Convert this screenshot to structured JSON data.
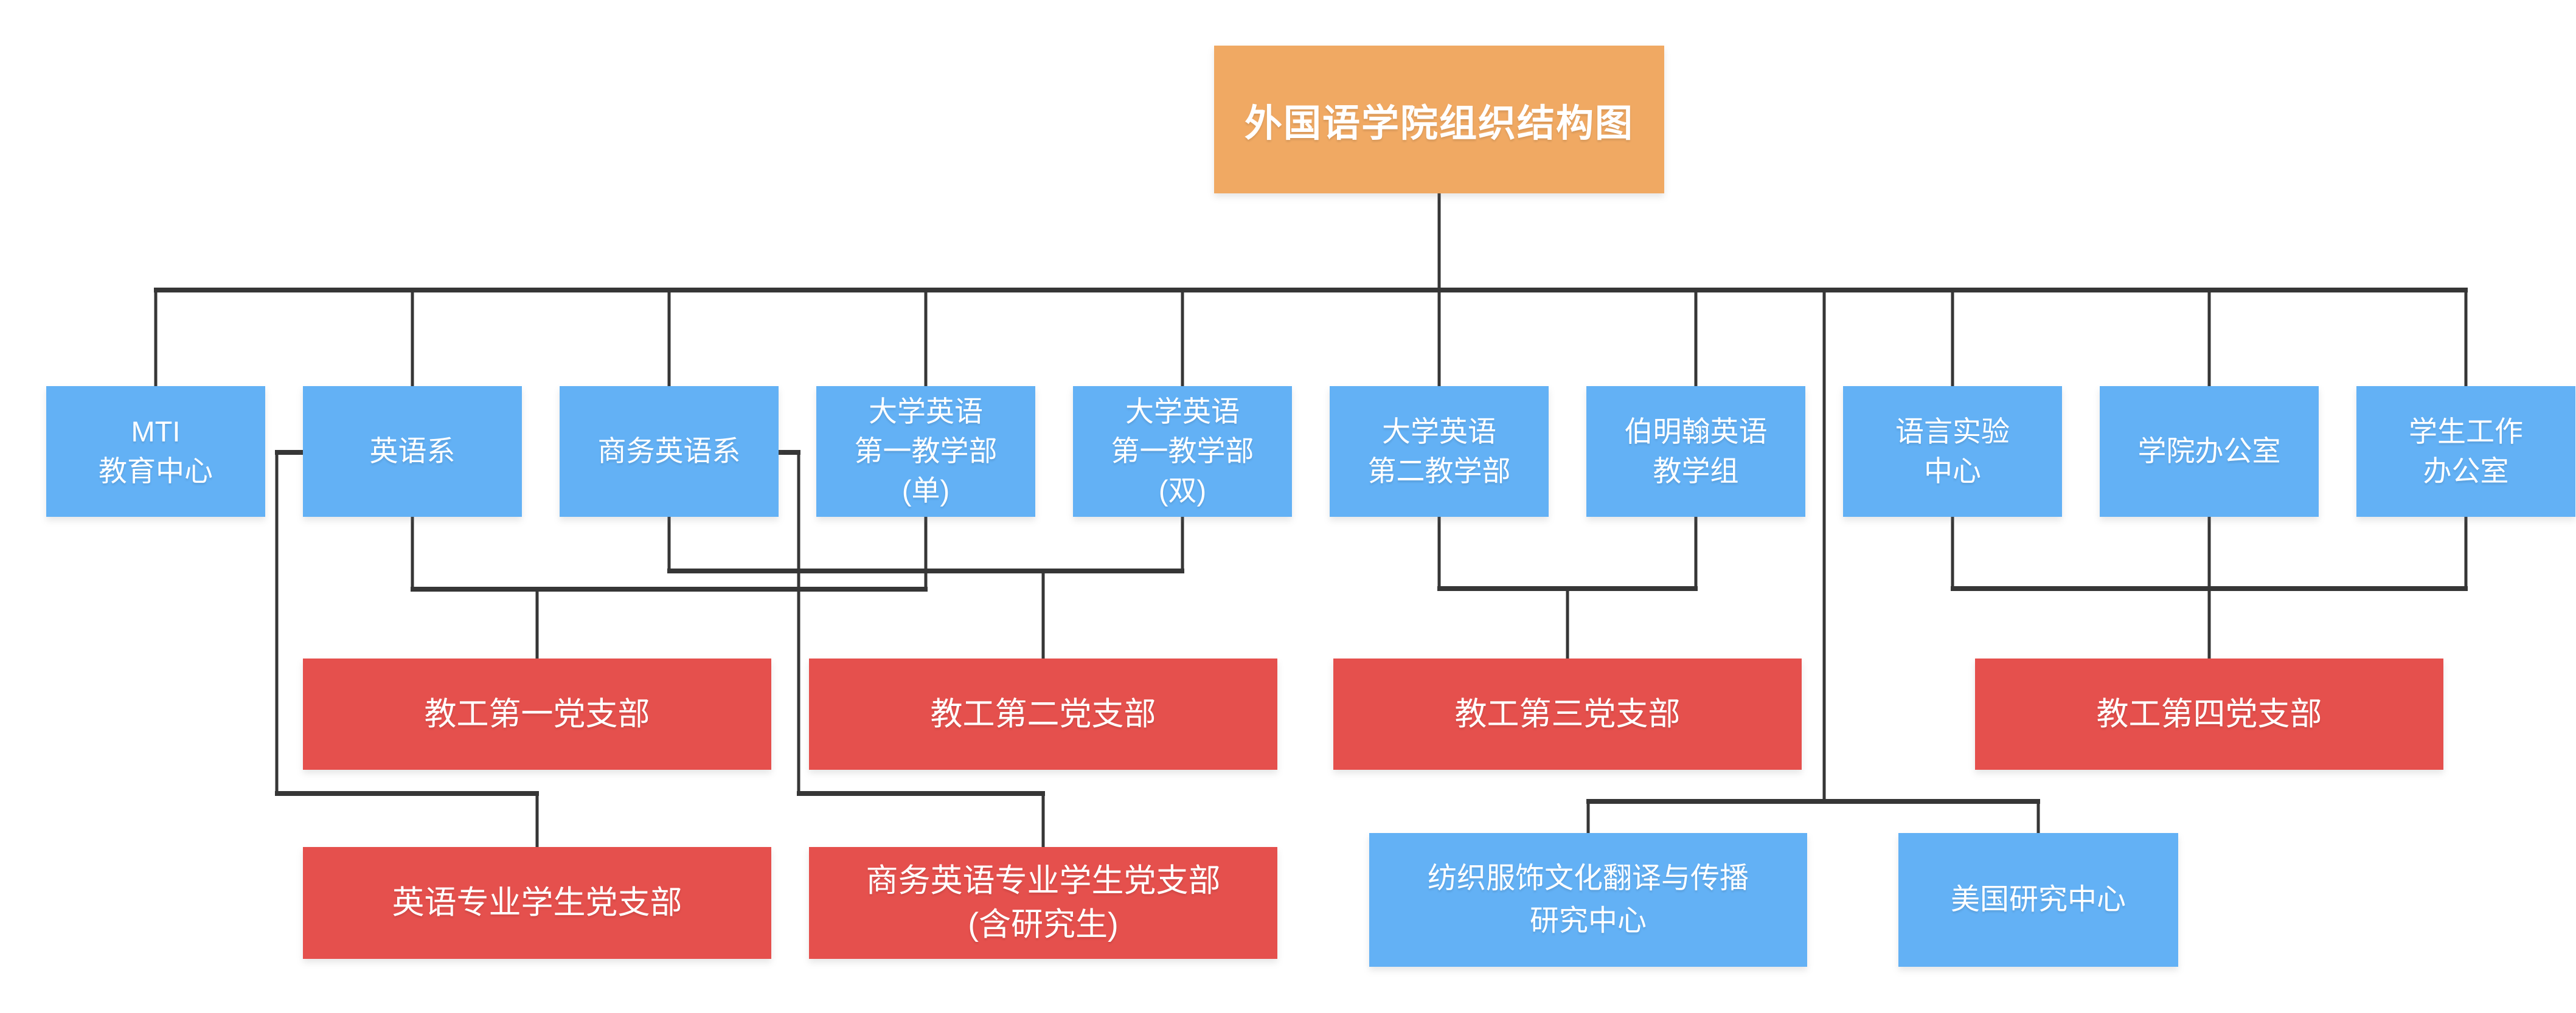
{
  "diagram_title": "外国语学院组织结构图",
  "colors": {
    "root_box": "#F0A963",
    "department_box": "#63B1F5",
    "party_box": "#E5504D",
    "connector_line": "#363636",
    "text": "#FFFFFF",
    "background": "#FFFFFF"
  },
  "nodes": {
    "root": {
      "label": "外国语学院组织结构图",
      "type": "root"
    },
    "mti_center": {
      "label": "MTI\n教育中心",
      "type": "department"
    },
    "english_dept": {
      "label": "英语系",
      "type": "department"
    },
    "business_english_dept": {
      "label": "商务英语系",
      "type": "department"
    },
    "college_english_first_odd": {
      "label": "大学英语\n第一教学部\n(单)",
      "type": "department"
    },
    "college_english_first_even": {
      "label": "大学英语\n第一教学部\n(双)",
      "type": "department"
    },
    "college_english_second": {
      "label": "大学英语\n第二教学部",
      "type": "department"
    },
    "birmingham_english_group": {
      "label": "伯明翰英语\n教学组",
      "type": "department"
    },
    "language_lab_center": {
      "label": "语言实验\n中心",
      "type": "department"
    },
    "college_office": {
      "label": "学院办公室",
      "type": "department"
    },
    "student_affairs_office": {
      "label": "学生工作\n办公室",
      "type": "department"
    },
    "faculty_party_branch_1": {
      "label": "教工第一党支部",
      "type": "party"
    },
    "faculty_party_branch_2": {
      "label": "教工第二党支部",
      "type": "party"
    },
    "faculty_party_branch_3": {
      "label": "教工第三党支部",
      "type": "party"
    },
    "faculty_party_branch_4": {
      "label": "教工第四党支部",
      "type": "party"
    },
    "english_student_party_branch": {
      "label": "英语专业学生党支部",
      "type": "party"
    },
    "business_english_student_party_branch": {
      "label": "商务英语专业学生党支部\n(含研究生)",
      "type": "party"
    },
    "textile_culture_translation_center": {
      "label": "纺织服饰文化翻译与传播\n研究中心",
      "type": "center"
    },
    "american_studies_center": {
      "label": "美国研究中心",
      "type": "center"
    }
  },
  "edges": [
    {
      "from": [
        "root"
      ],
      "to": [
        "mti_center",
        "english_dept",
        "business_english_dept",
        "college_english_first_odd",
        "college_english_first_even",
        "college_english_second",
        "birmingham_english_group",
        "language_lab_center",
        "college_office",
        "student_affairs_office"
      ]
    },
    {
      "from": [
        "english_dept",
        "college_english_first_odd"
      ],
      "to": [
        "faculty_party_branch_1"
      ]
    },
    {
      "from": [
        "business_english_dept",
        "college_english_first_even"
      ],
      "to": [
        "faculty_party_branch_2"
      ]
    },
    {
      "from": [
        "college_english_second",
        "birmingham_english_group"
      ],
      "to": [
        "faculty_party_branch_3"
      ]
    },
    {
      "from": [
        "language_lab_center",
        "college_office",
        "student_affairs_office"
      ],
      "to": [
        "faculty_party_branch_4"
      ]
    },
    {
      "from": [
        "english_dept"
      ],
      "to": [
        "english_student_party_branch"
      ]
    },
    {
      "from": [
        "business_english_dept"
      ],
      "to": [
        "business_english_student_party_branch"
      ]
    },
    {
      "from": [
        "root"
      ],
      "to": [
        "textile_culture_translation_center",
        "american_studies_center"
      ]
    }
  ]
}
